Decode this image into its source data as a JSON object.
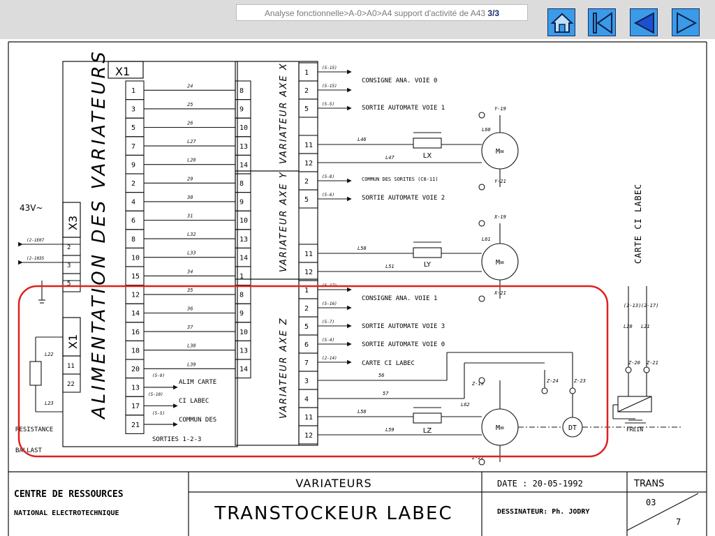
{
  "nav": {
    "breadcrumb": "Analyse fonctionnelle>A-0>A0>A4 support d'activité de A43",
    "page": "3/3",
    "buttons": [
      "home",
      "first",
      "previous",
      "next"
    ]
  },
  "diagram": {
    "supply": "43V~",
    "alim_title": "ALIMENTATION DES VARIATEURS",
    "x1_top": "X1",
    "x3": "X3",
    "x1_left": "X1",
    "resistance": "RESISTANCE",
    "ballast": "BALLAST",
    "var_x": "VARIATEUR AXE X",
    "var_y": "VARIATEUR AXE Y",
    "var_z": "VARIATEUR AXE Z",
    "carte_ci": "CARTE CI LABEC",
    "frein": "FREIN",
    "dt": "DT",
    "lx": "LX",
    "ly": "LY",
    "lz": "LZ",
    "motor": "M=",
    "alim_terms": [
      "1",
      "3",
      "5",
      "7",
      "9",
      "2",
      "4",
      "6",
      "8",
      "10",
      "15",
      "12",
      "14",
      "16",
      "18",
      "20",
      "13",
      "17",
      "21"
    ],
    "alim_wires": [
      "24",
      "25",
      "26",
      "L27",
      "L28",
      "29",
      "30",
      "31",
      "L32",
      "L33",
      "34",
      "35",
      "36",
      "37",
      "L38",
      "L39"
    ],
    "var_inputs": [
      "8",
      "9",
      "10",
      "13",
      "14",
      "8",
      "9",
      "10",
      "13",
      "14",
      "1",
      "8",
      "9",
      "10",
      "13",
      "14"
    ],
    "x3_terms": [
      "2",
      "3",
      "5"
    ],
    "x3_refs": [
      "(2-1E07",
      "(2-1035"
    ],
    "x1_terms": [
      "11",
      "22"
    ],
    "ballast_wires": [
      "L22",
      "L23"
    ],
    "alim_out": [
      {
        "ref": "(5-9)",
        "label": "ALIM CARTE"
      },
      {
        "ref": "(5-10)",
        "label": "CI LABEC"
      },
      {
        "ref": "(5-5)",
        "label": "COMMUN DES"
      }
    ],
    "sorties": "SORTIES 1-2-3",
    "out_terms": [
      "1",
      "2",
      "5",
      "11",
      "12",
      "2",
      "5",
      "11",
      "12",
      "1",
      "2",
      "5",
      "6",
      "7",
      "3",
      "4",
      "11",
      "12"
    ],
    "refs": [
      "(5-15)",
      "(5-15)",
      "(5-5)",
      "(5-8)",
      "(5-6)",
      "(5-17)",
      "(5-16)",
      "(5-7)",
      "(5-4)",
      "(2-14)"
    ],
    "signals": [
      "CONSIGNE ANA. VOIE 0",
      "SORTIE AUTOMATE VOIE 1",
      "COMMUN DES SORITES (C8-11)",
      "SORTIE AUTOMATE VOIE 2",
      "CONSIGNE ANA. VOIE 1",
      "SORTIE AUTOMATE VOIE 3",
      "SORTIE AUTOMATE VOIE 0",
      "CARTE CI LABEC"
    ],
    "motor_wires": [
      "L46",
      "L47",
      "L50",
      "L51",
      "56",
      "57",
      "L58",
      "L59",
      "L60",
      "L61",
      "L62",
      "Y-19",
      "Y-21",
      "X-19",
      "X-21",
      "Z-19",
      "Z-22",
      "Z-24",
      "Z-23",
      "Z-20",
      "Z-21",
      "L20",
      "L21",
      "(2-13)",
      "(2-17)"
    ]
  },
  "cartouche": {
    "left1": "CENTRE DE RESSOURCES",
    "left2": "NATIONAL ELECTROTECHNIQUE",
    "title_small": "VARIATEURS",
    "title_big": "TRANSTOCKEUR LABEC",
    "date": "DATE : 20-05-1992",
    "drawer": "DESSINATEUR: Ph. JODRY",
    "trans": "TRANS",
    "num": "03",
    "sheet": "7"
  },
  "highlight_color": "#e02020",
  "button_color": "#3a9be8"
}
